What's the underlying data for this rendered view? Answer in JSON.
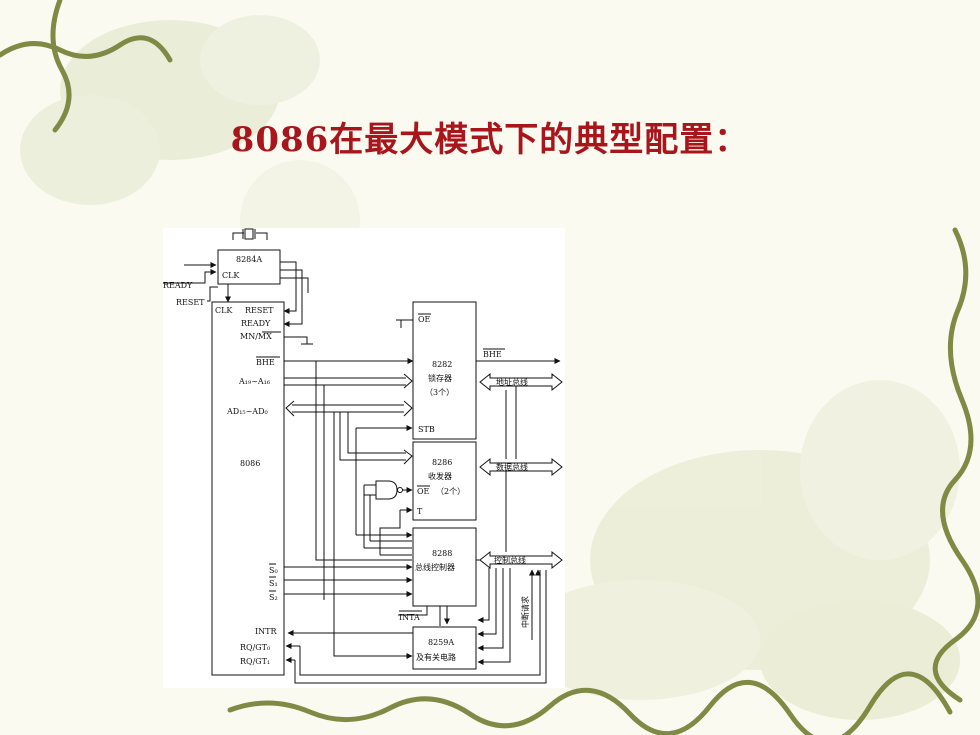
{
  "slide": {
    "title": "8086在最大模式下的典型配置："
  },
  "diagram": {
    "chip_8284": {
      "name": "8284A",
      "clk": "CLK"
    },
    "external": {
      "ready": "READY",
      "reset": "RESET"
    },
    "cpu": {
      "name": "8086",
      "pins": {
        "clk": "CLK",
        "reset": "RESET",
        "ready": "READY",
        "mn_mx": "MN/MX",
        "bhe": "BHE",
        "a19_a16": "A₁₉~A₁₆",
        "ad15_ad0": "AD₁₅~AD₀",
        "s0": "S₀",
        "s1": "S₁",
        "s2": "S₂",
        "intr": "INTR",
        "rq_gt0": "RQ/GT₀",
        "rq_gt1": "RQ/GT₁"
      }
    },
    "latch_8282": {
      "oe": "OE",
      "name": "8282",
      "desc": "锁存器",
      "count": "（3个）",
      "stb": "STB",
      "bhe_out": "BHE"
    },
    "transceiver_8286": {
      "name": "8286",
      "desc": "收发器",
      "oe": "OE",
      "count": "（2个）",
      "t": "T"
    },
    "controller_8288": {
      "name": "8288",
      "desc": "总线控制器",
      "inta": "INTA"
    },
    "pic_8259": {
      "name": "8259A",
      "desc": "及有关电路"
    },
    "buses": {
      "address": "地址总线",
      "data": "数据总线",
      "control": "控制总线",
      "interrupt": "中断请求"
    }
  }
}
